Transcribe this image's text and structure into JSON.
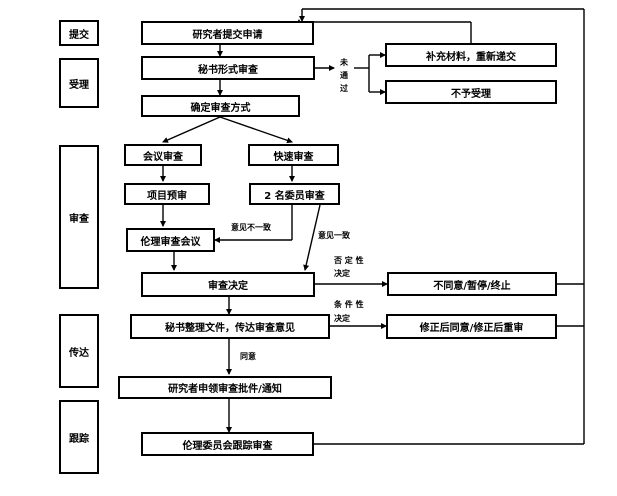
{
  "stages": {
    "submit": "提交",
    "accept": "受理",
    "review": "审查",
    "transmit": "传达",
    "track": "跟踪"
  },
  "nodes": {
    "apply": "研究者提交申请",
    "formal_check": "秘书形式审查",
    "supplement": "补充材料，重新递交",
    "reject": "不予受理",
    "decide_method": "确定审查方式",
    "meeting_review": "会议审查",
    "fast_review": "快速审查",
    "project_prereview": "项目预审",
    "two_member_review": "2 名委员审查",
    "ethics_meeting": "伦理审查会议",
    "review_decision": "审查决定",
    "disagree": "不同意/暂停/终止",
    "secretary_arrange": "秘书整理文件，传达审查意见",
    "modify_agree": "修正后同意/修正后重审",
    "receive_approval": "研究者申领审查批件/通知",
    "tracking_review": "伦理委员会跟踪审查"
  },
  "labels": {
    "not_pass": [
      "未",
      "通",
      "过"
    ],
    "opinion_differ": "意见不一致",
    "opinion_agree": "意见一致",
    "negative_1": "否 定 性",
    "negative_2": "决定",
    "conditional_1": "条 件 性",
    "conditional_2": "决定",
    "agree": "同意"
  }
}
